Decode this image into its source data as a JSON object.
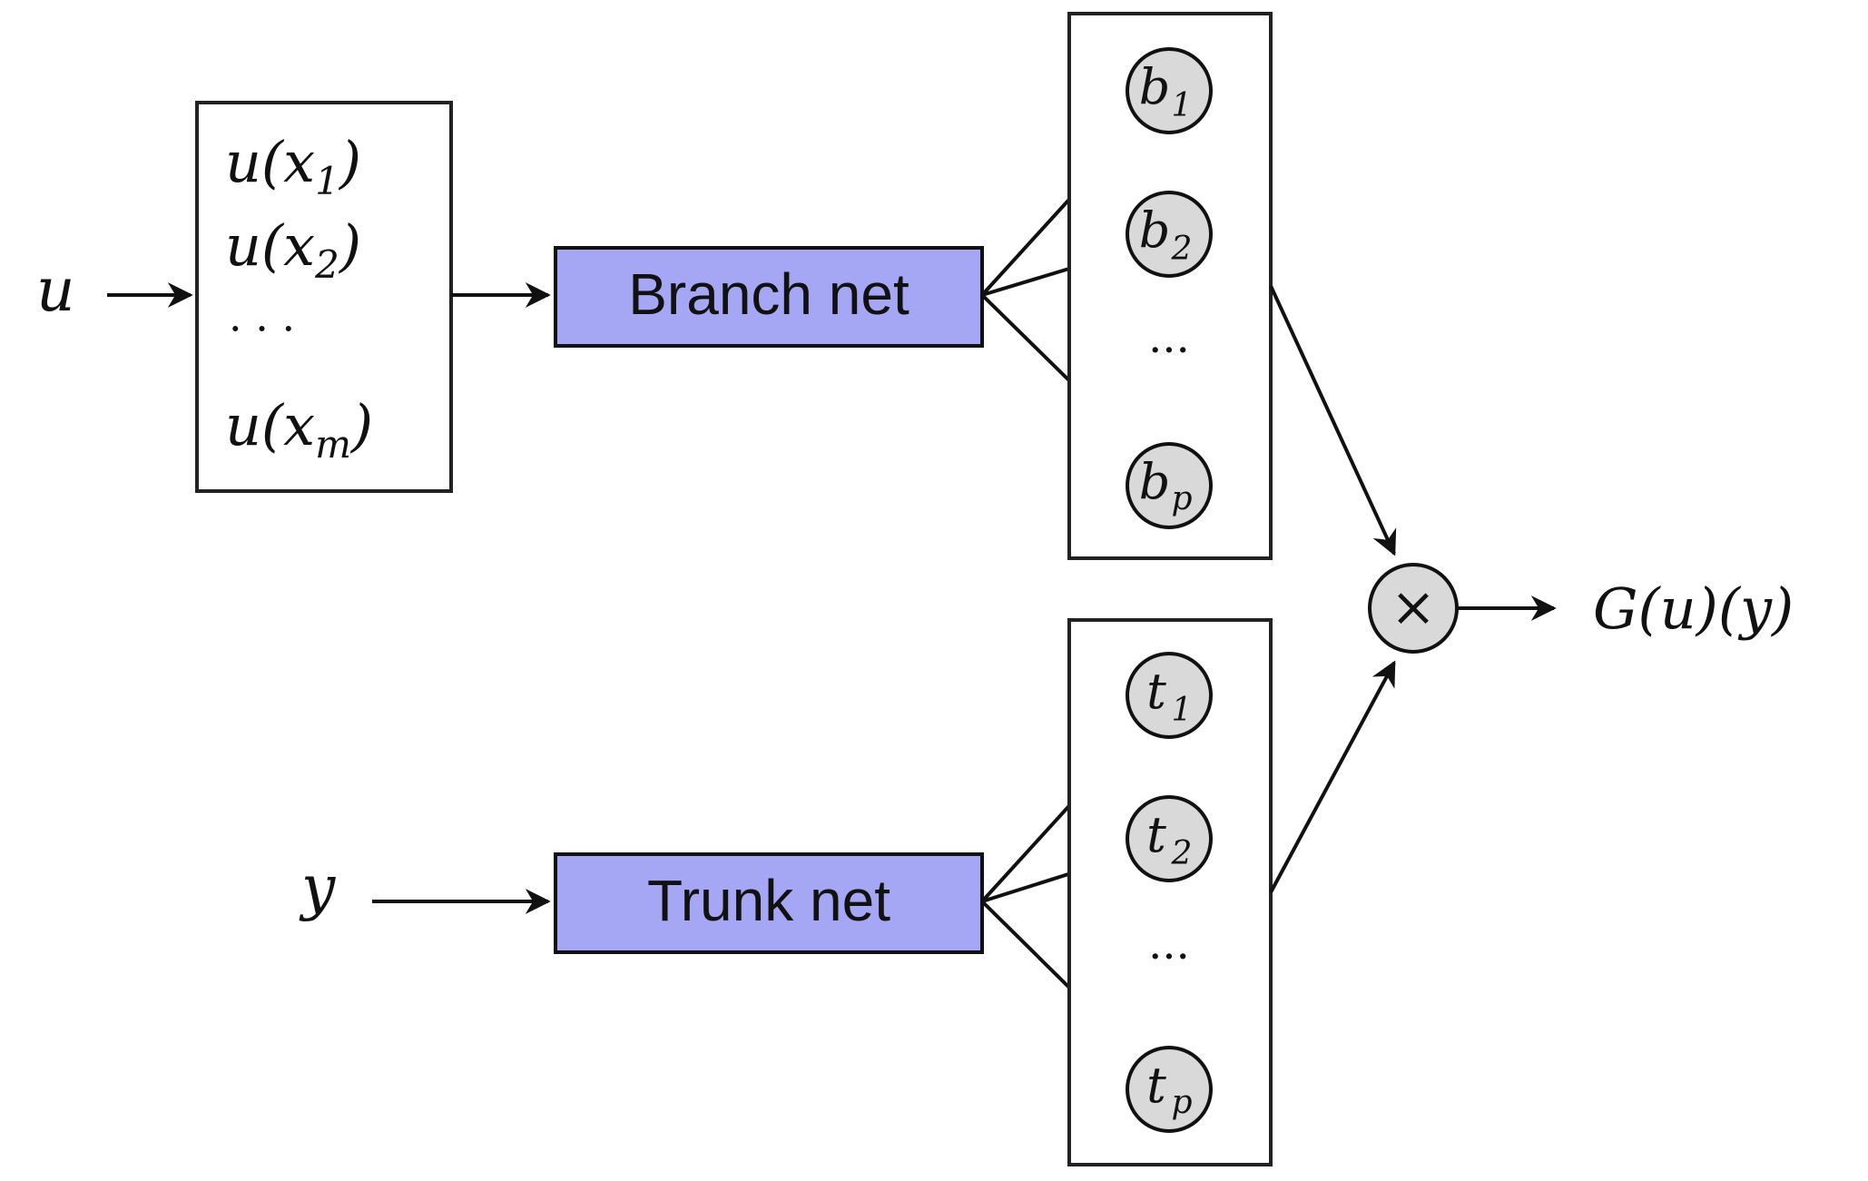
{
  "colors": {
    "net_fill": "#a5a7f5",
    "node_fill": "#d9d9d9",
    "stroke": "#111111"
  },
  "input": {
    "function_symbol": "u",
    "location_symbol": "y"
  },
  "sensors": {
    "rows": [
      {
        "base": "u(x",
        "sub": "1",
        "close": ")"
      },
      {
        "base": "u(x",
        "sub": "2",
        "close": ")"
      },
      {
        "base": "· · ·",
        "sub": "",
        "close": ""
      },
      {
        "base": "u(x",
        "sub": "m",
        "close": ")"
      }
    ]
  },
  "branch": {
    "label": "Branch net",
    "outputs": [
      {
        "base": "b",
        "sub": "1"
      },
      {
        "base": "b",
        "sub": "2"
      },
      {
        "base": "b",
        "sub": "p"
      }
    ],
    "ellipsis": "···"
  },
  "trunk": {
    "label": "Trunk net",
    "outputs": [
      {
        "base": "t",
        "sub": "1"
      },
      {
        "base": "t",
        "sub": "2"
      },
      {
        "base": "t",
        "sub": "p"
      }
    ],
    "ellipsis": "···"
  },
  "product": {
    "symbol": "×",
    "output_label": "G(u)(y)"
  }
}
